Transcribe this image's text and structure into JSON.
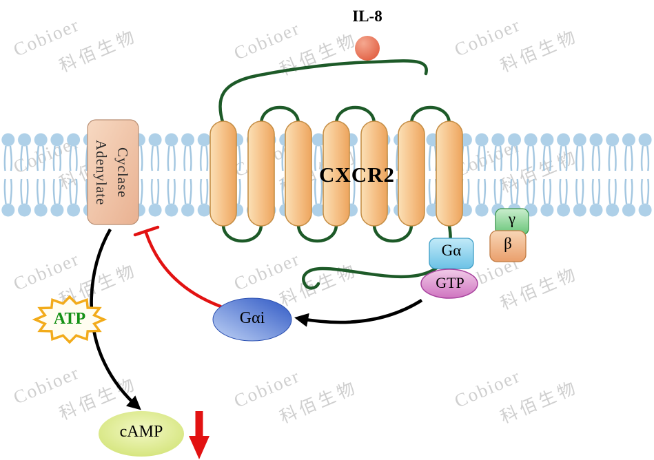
{
  "watermark": {
    "line1": "Cobioer",
    "line2": "科佰生物"
  },
  "labels": {
    "ligand": "IL-8",
    "receptor": "CXCR2",
    "enzyme": {
      "line1": "Adenylate",
      "line2": "Cyclase"
    },
    "g_alpha": "Gα",
    "gtp": "GTP",
    "gamma_subunit": "γ",
    "beta_subunit": "β",
    "g_alpha_i": "Gαi",
    "atp": "ATP",
    "camp": "cAMP"
  },
  "colors": {
    "membrane_lipid": "#aed0e8",
    "helix_fill": "#f6c289",
    "loop_green": "#1d5a28",
    "enzyme_fill": "#f0c3a4",
    "g_alpha_fill": "#8fd4ef",
    "gtp_fill": "#dd8fcc",
    "gamma_fill": "#8fd49b",
    "beta_fill": "#f0b488",
    "g_alpha_i_fill": "#4a74d4",
    "camp_fill": "#d9e87e",
    "ligand_fill": "#e8715a",
    "atp_star": "#f2ab1a",
    "atp_text_green": "#149014",
    "inhibition_red": "#e21212",
    "arrow_black": "#000000"
  }
}
